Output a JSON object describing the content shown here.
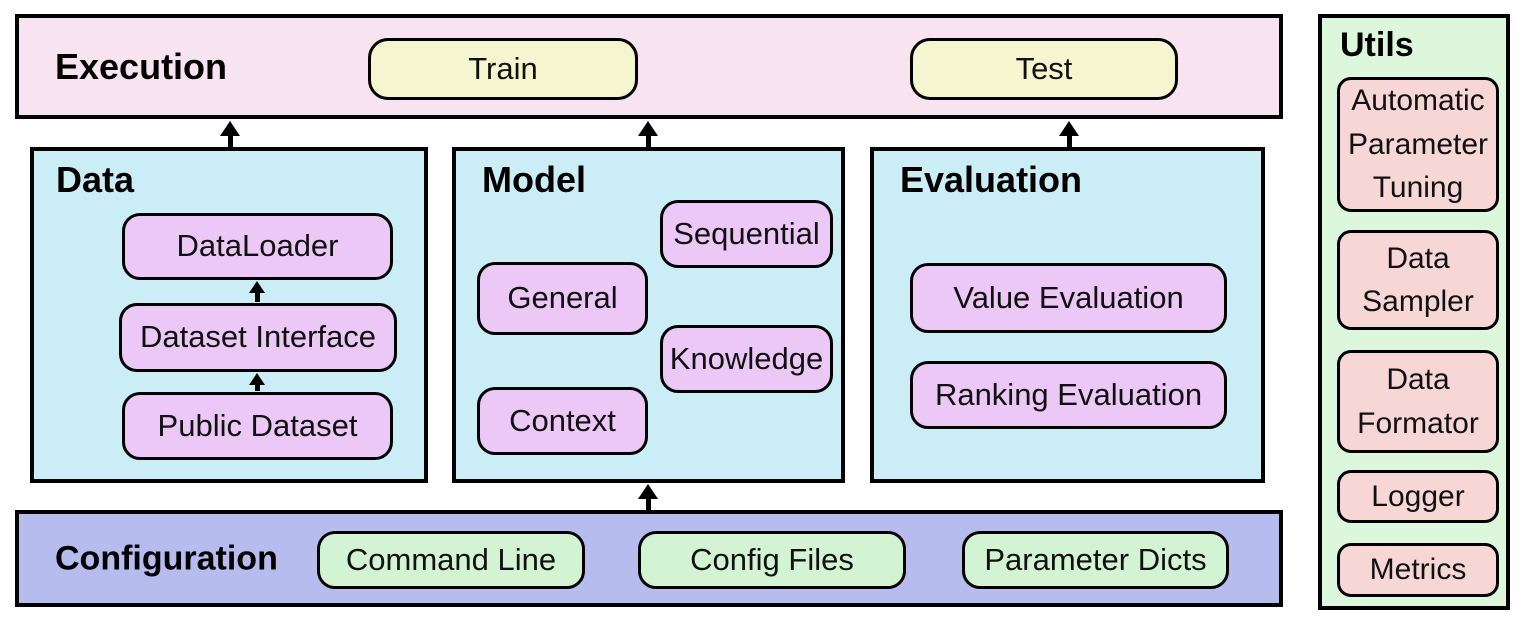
{
  "sections": {
    "execution": {
      "title": "Execution",
      "nodes": [
        "Train",
        "Test"
      ]
    },
    "data": {
      "title": "Data",
      "nodes": [
        "DataLoader",
        "Dataset Interface",
        "Public Dataset"
      ]
    },
    "model": {
      "title": "Model",
      "nodes": [
        "Sequential",
        "General",
        "Knowledge",
        "Context"
      ]
    },
    "evaluation": {
      "title": "Evaluation",
      "nodes": [
        "Value Evaluation",
        "Ranking Evaluation"
      ]
    },
    "configuration": {
      "title": "Configuration",
      "nodes": [
        "Command Line",
        "Config Files",
        "Parameter Dicts"
      ]
    },
    "utils": {
      "title": "Utils",
      "nodes": [
        "Automatic Parameter Tuning",
        "Data Sampler",
        "Data Formator",
        "Logger",
        "Metrics"
      ]
    }
  },
  "connections": [
    {
      "from": "Data",
      "to": "Execution"
    },
    {
      "from": "Model",
      "to": "Execution"
    },
    {
      "from": "Evaluation",
      "to": "Execution"
    },
    {
      "from": "Configuration",
      "to": "Model"
    },
    {
      "from": "Public Dataset",
      "to": "Dataset Interface"
    },
    {
      "from": "Dataset Interface",
      "to": "DataLoader"
    }
  ],
  "icons": {
    "arrow_up_icon": "▲"
  },
  "colors": {
    "execution_bg": "#f8e3f1",
    "exec_node_bg": "#f5f6d0",
    "panel_cyan": "#cbeef6",
    "node_purple": "#ebc8f5",
    "config_bg": "#b6bcee",
    "config_node_bg": "#d3f4d2",
    "utils_bg": "#dcf7dc",
    "utils_node_bg": "#f7d7d6",
    "border": "#000000"
  }
}
